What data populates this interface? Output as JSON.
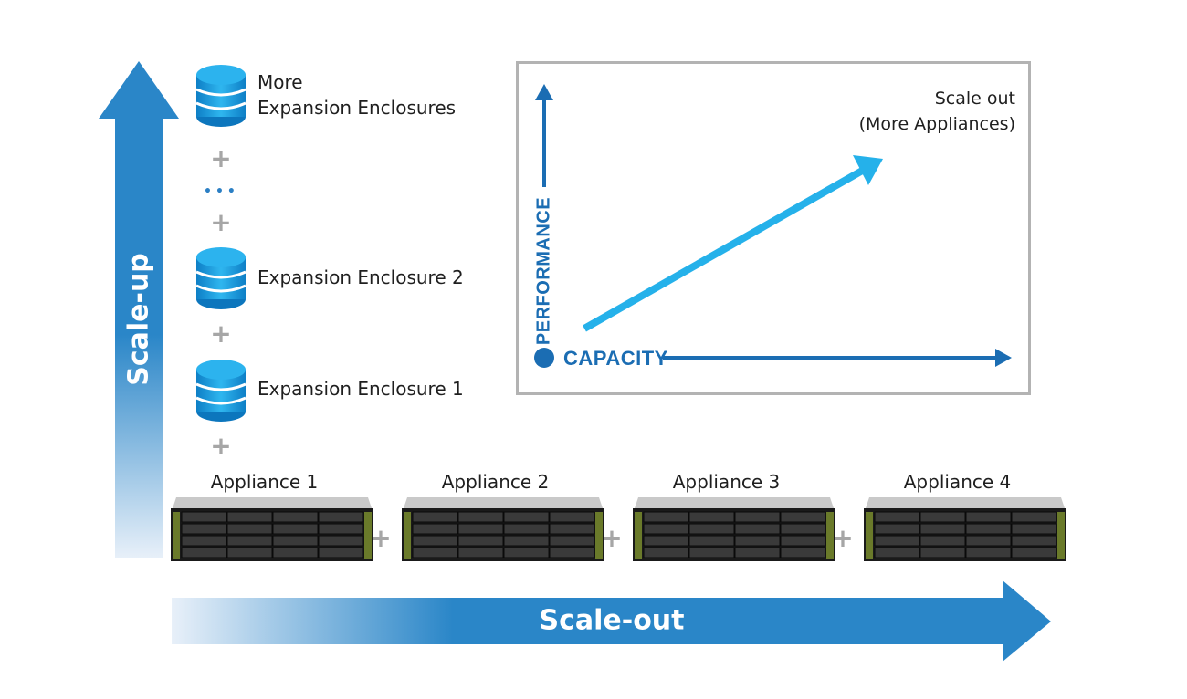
{
  "scale_up": {
    "label": "Scale-up"
  },
  "scale_out": {
    "label": "Scale-out"
  },
  "enclosures": [
    {
      "label_line1": "More",
      "label_line2": "Expansion Enclosures"
    },
    {
      "label": "Expansion Enclosure 2"
    },
    {
      "label": "Expansion Enclosure 1"
    }
  ],
  "symbols": {
    "plus": "+",
    "ellipsis": "•••"
  },
  "appliances": [
    {
      "label": "Appliance 1"
    },
    {
      "label": "Appliance 2"
    },
    {
      "label": "Appliance 3"
    },
    {
      "label": "Appliance 4"
    }
  ],
  "inset": {
    "y_axis_label": "PERFORMANCE",
    "x_axis_label": "CAPACITY",
    "note_line1": "Scale out",
    "note_line2": "(More Appliances)"
  },
  "colors": {
    "primary_blue": "#1b6db3",
    "arrow_blue": "#2a86c8",
    "light_blue": "#25b1ea",
    "plus_gray": "#a6a6a6"
  },
  "icons": {
    "database": "database-icon",
    "server": "server-appliance-icon"
  }
}
